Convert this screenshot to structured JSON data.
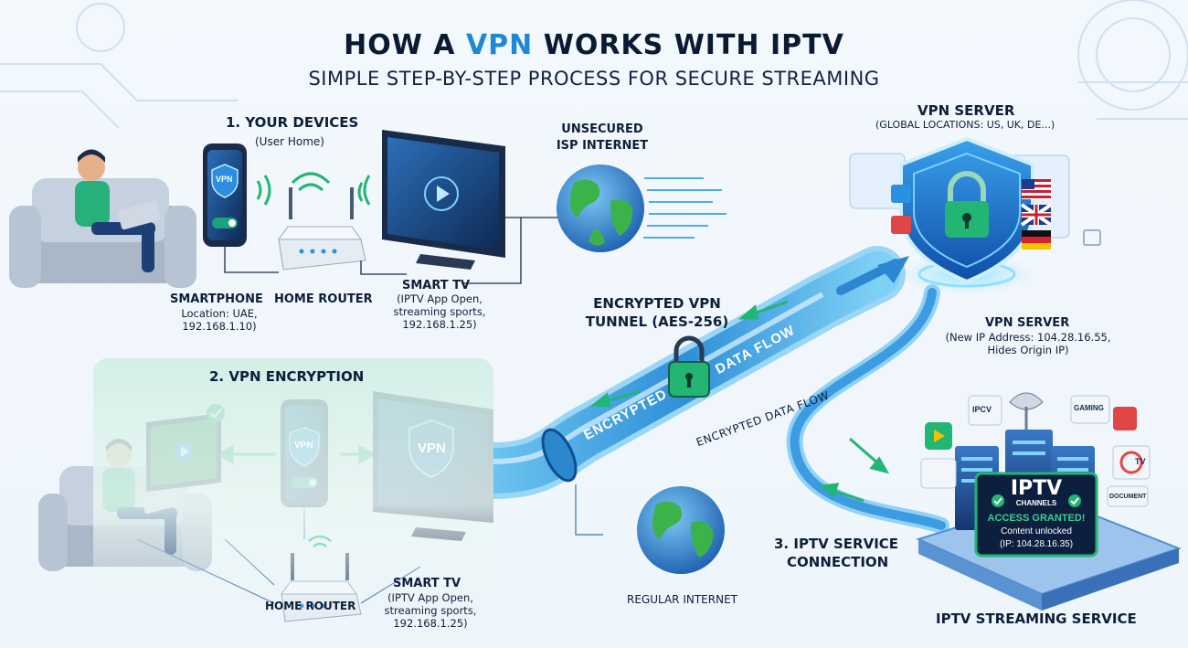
{
  "title": {
    "prefix": "HOW A ",
    "highlight": "VPN",
    "suffix": " WORKS WITH IPTV"
  },
  "subtitle": "SIMPLE STEP-BY-STEP PROCESS FOR SECURE STREAMING",
  "step1": {
    "title": "1. YOUR DEVICES",
    "caption": "(User Home)",
    "smartphone_title": "SMARTPHONE",
    "smartphone_info": [
      "Location: UAE,",
      "192.168.1.10)"
    ],
    "router_title": "HOME ROUTER",
    "tv_title": "SMART TV",
    "tv_info": [
      "(IPTV App Open,",
      "streaming sports,",
      "192.168.1.25)"
    ],
    "phone_screen_label": "VPN"
  },
  "isp": {
    "label_line1": "UNSECURED",
    "label_line2": "ISP INTERNET"
  },
  "vpn_server": {
    "title": "VPN SERVER",
    "locations": "(GLOBAL LOCATIONS: US, UK, DE...)",
    "info_title": "VPN SERVER",
    "info_lines": [
      "(New IP Address: 104.28.16.55,",
      "Hides Origin IP)"
    ]
  },
  "tunnel": {
    "label_line1": "ENCRYPTED VPN",
    "label_line2": "TUNNEL (AES-256)",
    "pipe_text_1": "ENCRYPTED",
    "pipe_text_2": "DATA FLOW",
    "flow_label": "ENCRYPTED DATA FLOW"
  },
  "step2": {
    "title": "2. VPN ENCRYPTION",
    "router_title": "HOME ROUTER",
    "tv_title": "SMART TV",
    "tv_info": [
      "(IPTV App Open,",
      "streaming sports,",
      "192.168.1.25)"
    ],
    "phone_screen_label": "VPN",
    "tv_screen_label": "VPN"
  },
  "regular_internet": "REGULAR INTERNET",
  "step3": {
    "title_line1": "3. IPTV SERVICE",
    "title_line2": "CONNECTION",
    "iptv_big": "IPTV",
    "iptv_channels": "CHANNELS",
    "access": "ACCESS GRANTED!",
    "unlocked": "Content unlocked",
    "ip": "(IP: 104.28.16.35)",
    "service_label": "IPTV STREAMING SERVICE",
    "tile_iptv": "IPCV",
    "tile_gaming": "GAMING",
    "tile_tv": "TV",
    "tile_doc": "DOCUMENT"
  },
  "colors": {
    "accent": "#1e88d6",
    "dark": "#0b1a33",
    "green": "#22b573",
    "pipe": "#4aaee8"
  }
}
